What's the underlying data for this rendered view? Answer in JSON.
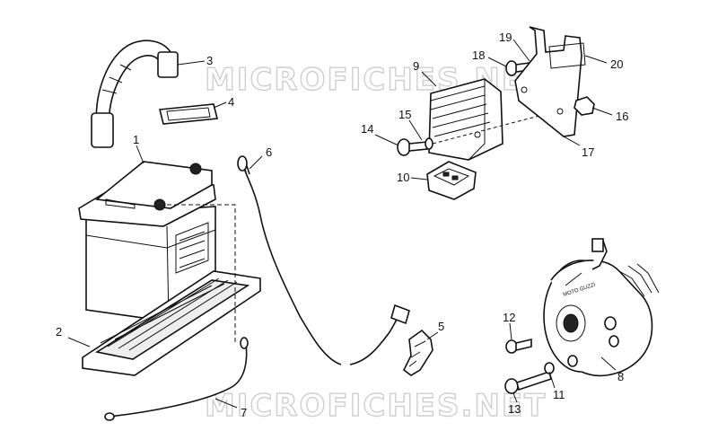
{
  "watermarks": [
    "MICROFICHES.NET",
    "MICROFICHES.NET"
  ],
  "callouts": [
    "1",
    "2",
    "3",
    "4",
    "5",
    "6",
    "7",
    "8",
    "9",
    "10",
    "11",
    "12",
    "13",
    "14",
    "15",
    "16",
    "17",
    "18",
    "19",
    "20"
  ],
  "brand_label": "MOTO GUZZI",
  "colors": {
    "ink": "#111111",
    "watermark": "#cfcfcf",
    "background": "#ffffff"
  }
}
